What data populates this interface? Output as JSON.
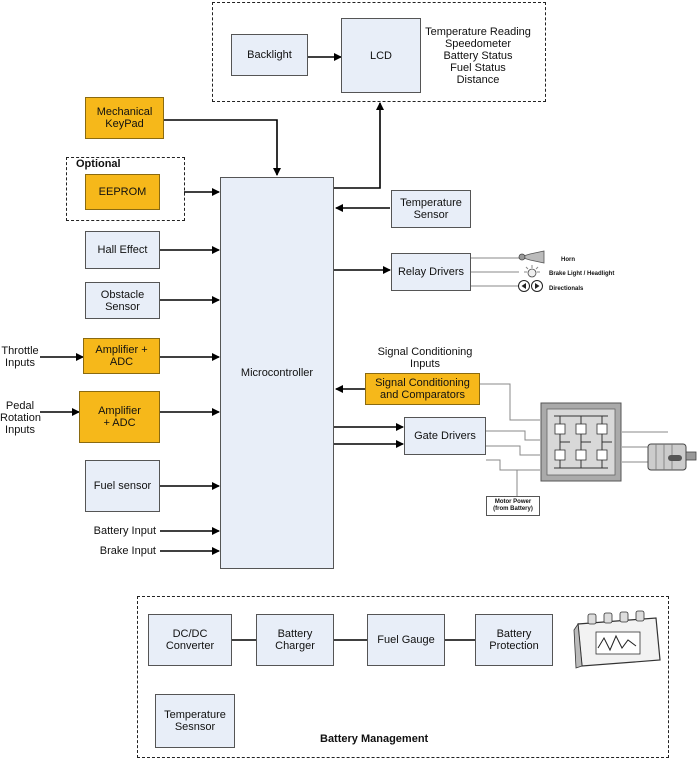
{
  "display": {
    "backlight": "Backlight",
    "lcd": "LCD",
    "readouts": [
      "Temperature Reading",
      "Speedometer",
      "Battery Status",
      "Fuel Status",
      "Distance"
    ]
  },
  "inputs": {
    "keypad": "Mechanical KeyPad",
    "optional_label": "Optional",
    "eeprom": "EEPROM",
    "hall_effect": "Hall Effect",
    "obstacle_sensor": "Obstacle Sensor",
    "throttle_label": "Throttle Inputs",
    "throttle_adc": "Amplifier + ADC",
    "pedal_label": "Pedal Rotation Inputs",
    "pedal_adc": "Amplifier + ADC",
    "fuel_sensor": "Fuel sensor",
    "battery_input": "Battery Input",
    "brake_input": "Brake Input"
  },
  "microcontroller": "Microcontroller",
  "outputs": {
    "temperature_sensor": "Temperature Sensor",
    "relay_drivers": "Relay Drivers",
    "horn": "Horn",
    "brake_light": "Brake Light / Headlight",
    "directionals": "Directionals",
    "signal_cond_inputs": "Signal Conditioning Inputs",
    "signal_cond": "Signal Conditioning and Comparators",
    "gate_drivers": "Gate Drivers",
    "motor_power": "Motor Power (from Battery)"
  },
  "battery": {
    "title": "Battery Management",
    "dcdc": "DC/DC Converter",
    "charger": "Battery Charger",
    "fuel_gauge": "Fuel Gauge",
    "protection": "Battery Protection",
    "temp_sensor": "Temperature Sesnsor"
  },
  "colors": {
    "optional_block": "#f6b81a",
    "standard_block": "#e8eef8"
  }
}
